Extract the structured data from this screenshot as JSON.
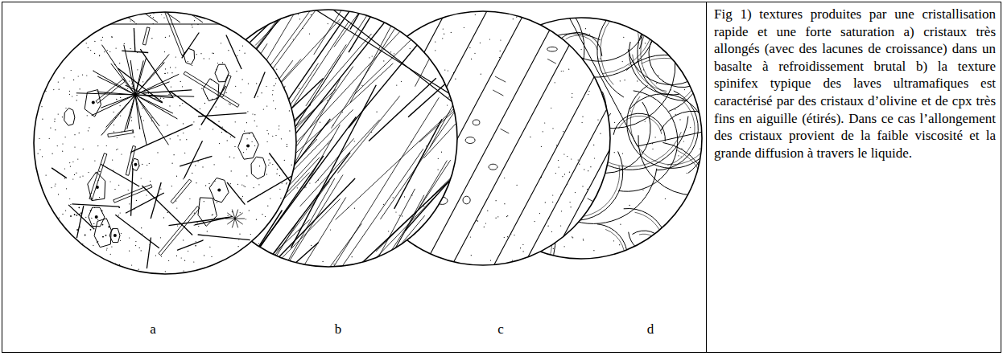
{
  "diagram": {
    "caption": "Fig 1) textures produites par une cristallisation rapide et une forte saturation a) cristaux très allongés (avec des lacunes de croissance) dans un basalte à refroidissement brutal b) la texture spinifex typique des laves ultramafiques est caractérisé par des cristaux d’olivine et de cpx très fins en aiguille (étirés). Dans ce cas l’allongement des cristaux provient de la faible viscosité et la grande diffusion à travers le liquide.",
    "labels": [
      "a",
      "b",
      "c",
      "d"
    ]
  }
}
